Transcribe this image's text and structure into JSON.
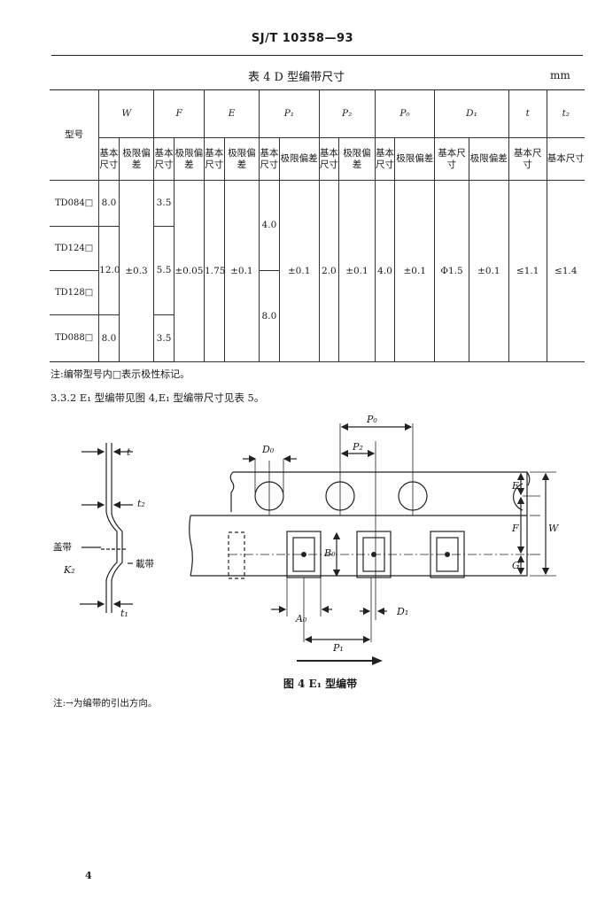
{
  "header": {
    "standard_no": "SJ/T 10358—93"
  },
  "table4": {
    "title": "表 4   D 型编带尺寸",
    "unit": "mm",
    "model_header": "型号",
    "params": [
      "W",
      "F",
      "E",
      "P₁",
      "P₂",
      "P₀",
      "D₁",
      "t",
      "t₂"
    ],
    "sub": {
      "basic": "基本尺寸",
      "tolerance": "极限偏差"
    },
    "models": [
      "TD084□",
      "TD124□",
      "TD128□",
      "TD088□"
    ],
    "values": {
      "W_basic": [
        "8.0",
        "12.0",
        "8.0"
      ],
      "W_tol": "±0.3",
      "F_basic": [
        "3.5",
        "5.5",
        "3.5"
      ],
      "F_tol": "±0.05",
      "E_basic": "1.75",
      "E_tol": "±0.1",
      "P1_basic": [
        "4.0",
        "8.0"
      ],
      "P1_tol": "±0.1",
      "P2_basic": "2.0",
      "P2_tol": "±0.1",
      "P0_basic": "4.0",
      "P0_tol": "±0.1",
      "D1_basic": "Φ1.5",
      "D1_tol": "±0.1",
      "t_basic": "≤1.1",
      "t2_basic": "≤1.4"
    }
  },
  "note_table": "注:编带型号内□表示极性标记。",
  "section_text": "3.3.2  E₁ 型编带见图 4,E₁ 型编带尺寸见表 5。",
  "figure": {
    "labels": {
      "t": "t",
      "t2": "t₂",
      "t1": "t₁",
      "K2": "K₂",
      "cover_tape": "盖带",
      "carrier_tape": "載带",
      "D0": "D₀",
      "P0": "P₀",
      "P2": "P₂",
      "B0": "B₀",
      "A0": "A₀",
      "D1": "D₁",
      "P1": "P₁",
      "E": "E",
      "F": "F",
      "W": "W",
      "G": "G"
    },
    "caption": "图 4   E₁ 型编带",
    "note": "注:→为编带的引出方向。"
  },
  "page_number": "4"
}
